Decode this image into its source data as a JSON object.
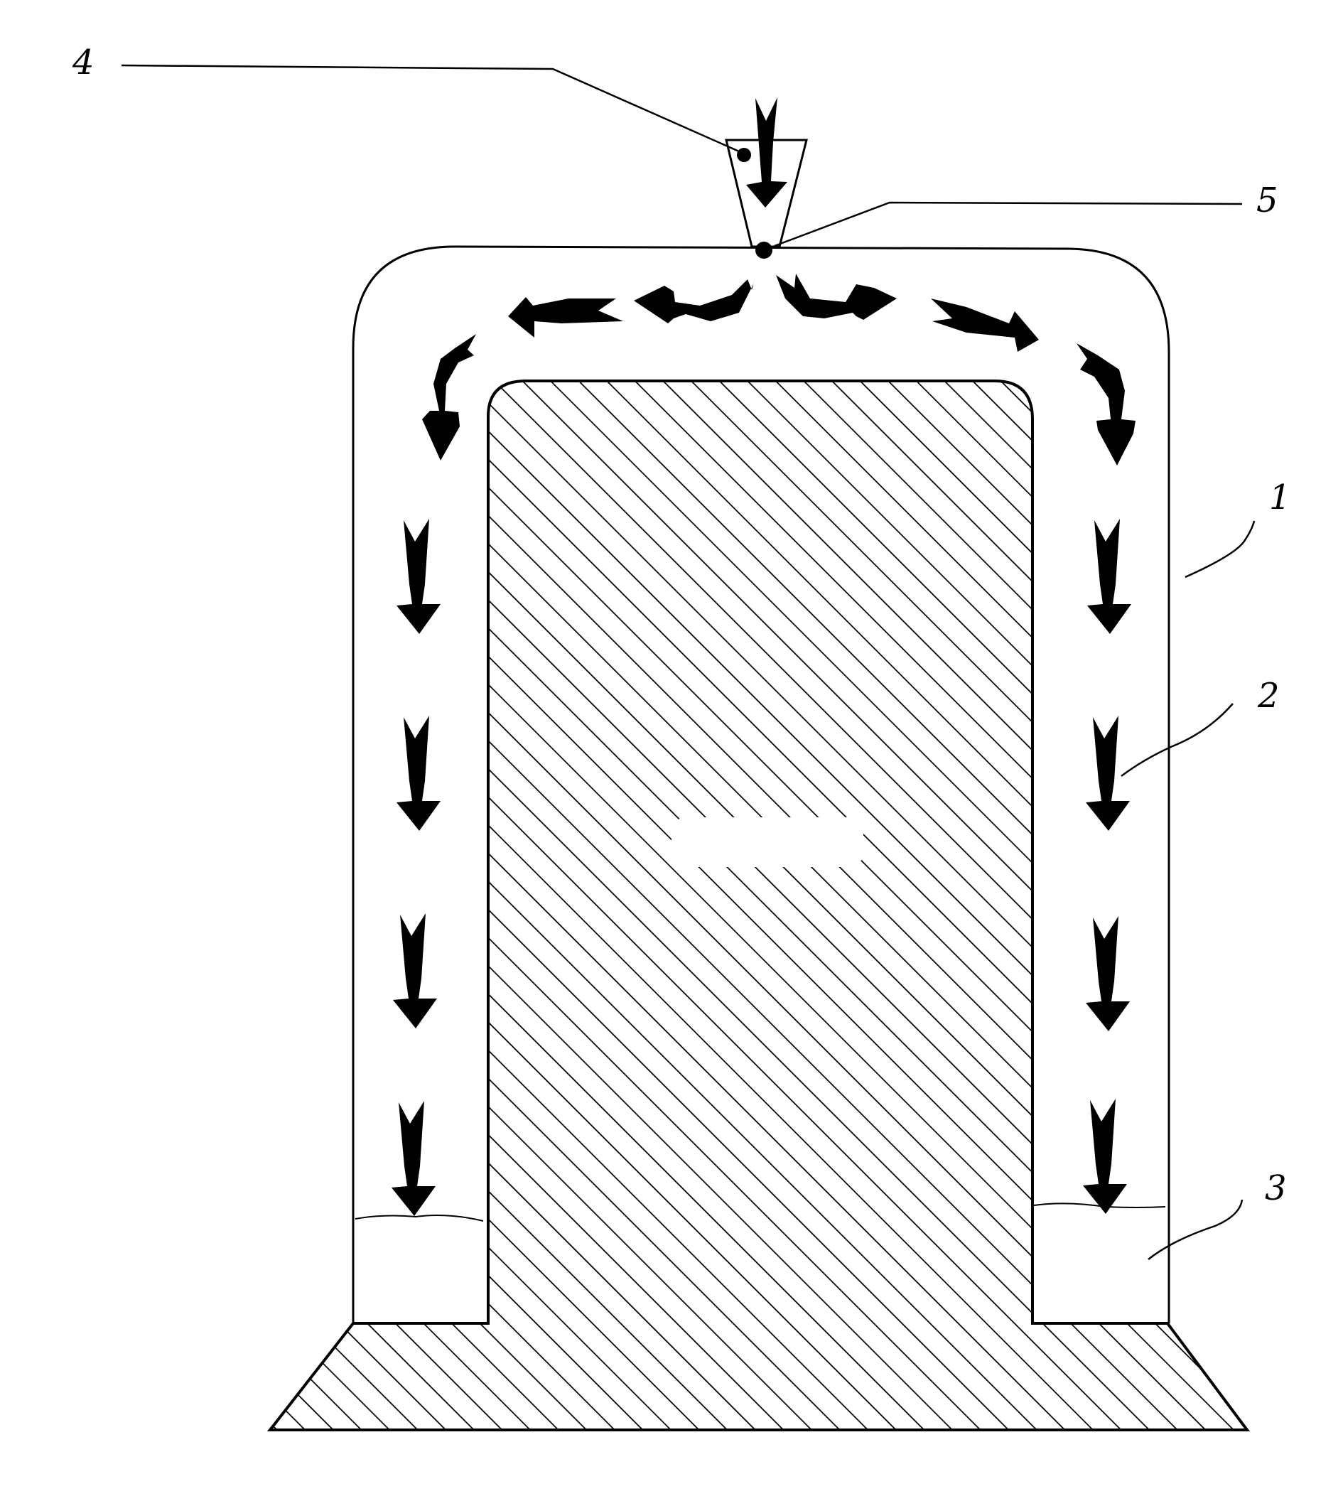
{
  "figure": {
    "type": "patent-drawing",
    "description": "Cross-section of cover frame over hatched central core with downward flow arrows"
  },
  "labels": {
    "l1": "1",
    "l2": "2",
    "l3": "3",
    "l4": "4",
    "l5": "5"
  },
  "colors": {
    "ink": "#000000",
    "paper": "#ffffff"
  },
  "components": [
    {
      "ref": "1",
      "name": "outer-frame"
    },
    {
      "ref": "2",
      "name": "flow-arrow"
    },
    {
      "ref": "3",
      "name": "liquid-collection"
    },
    {
      "ref": "4",
      "name": "inlet-funnel-sensor"
    },
    {
      "ref": "5",
      "name": "inlet-point"
    }
  ]
}
